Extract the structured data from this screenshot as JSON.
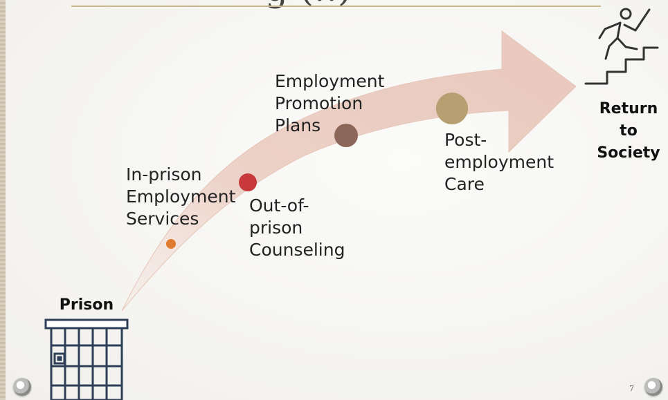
{
  "title_fragment": "g  (‥)",
  "stages": {
    "start": "Prison",
    "end": "Return\nto\nSociety"
  },
  "steps": [
    {
      "label": "In-prison\nEmployment\nServices",
      "color": "#e07a2e"
    },
    {
      "label": "Out-of-\nprison\nCounseling",
      "color": "#c8393c"
    },
    {
      "label": "Employment\nPromotion\nPlans",
      "color": "#8c6658"
    },
    {
      "label": "Post-\nemployment\nCare",
      "color": "#b79f72"
    }
  ],
  "page_number": "7",
  "colors": {
    "arrow": "#e9c8bd",
    "icon_stroke": "#2d3e57",
    "title_rule": "#c9b98a"
  },
  "icons": [
    "prison-gate-icon",
    "person-climbing-stairs-icon"
  ]
}
